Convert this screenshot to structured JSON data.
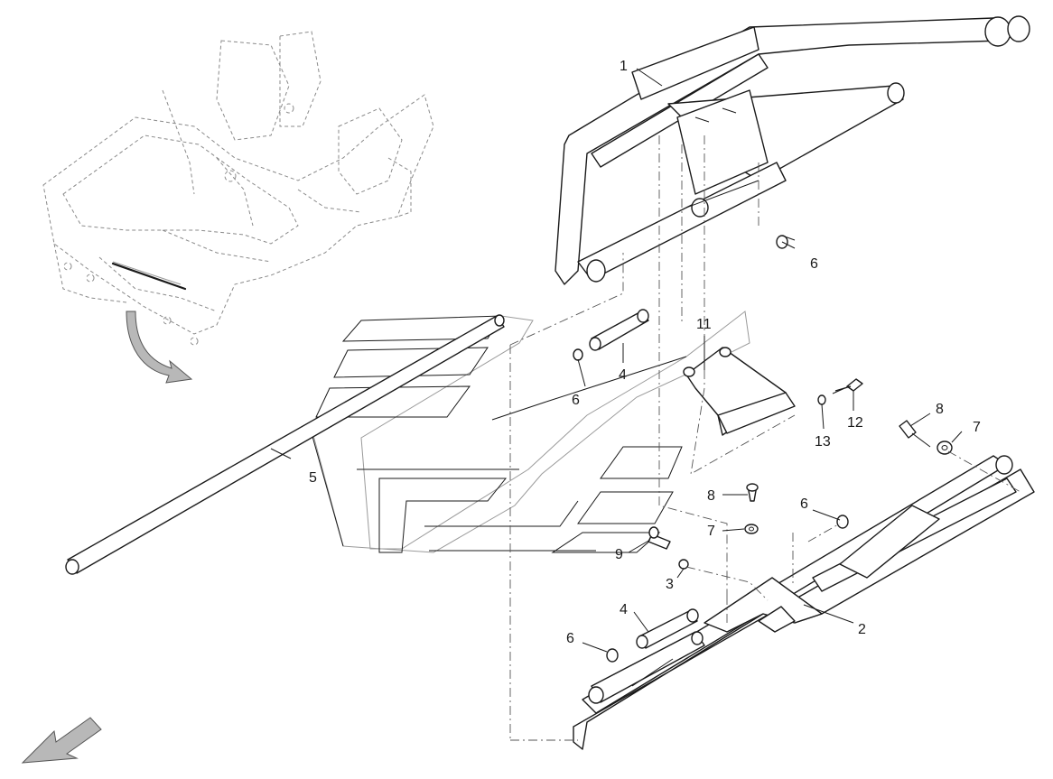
{
  "callouts": [
    {
      "id": "c1",
      "text": "1"
    },
    {
      "id": "c2",
      "text": "2"
    },
    {
      "id": "c3",
      "text": "3"
    },
    {
      "id": "c4a",
      "text": "4"
    },
    {
      "id": "c4b",
      "text": "4"
    },
    {
      "id": "c5",
      "text": "5"
    },
    {
      "id": "c6a",
      "text": "6"
    },
    {
      "id": "c6b",
      "text": "6"
    },
    {
      "id": "c6c",
      "text": "6"
    },
    {
      "id": "c6d",
      "text": "6"
    },
    {
      "id": "c7a",
      "text": "7"
    },
    {
      "id": "c7b",
      "text": "7"
    },
    {
      "id": "c8a",
      "text": "8"
    },
    {
      "id": "c8b",
      "text": "8"
    },
    {
      "id": "c9",
      "text": "9"
    },
    {
      "id": "c11",
      "text": "11"
    },
    {
      "id": "c12",
      "text": "12"
    },
    {
      "id": "c13",
      "text": "13"
    }
  ],
  "colors": {
    "line": "#1a1a1a",
    "ghost": "#8a8a8a",
    "arrow_fill": "#b8b8b8"
  }
}
